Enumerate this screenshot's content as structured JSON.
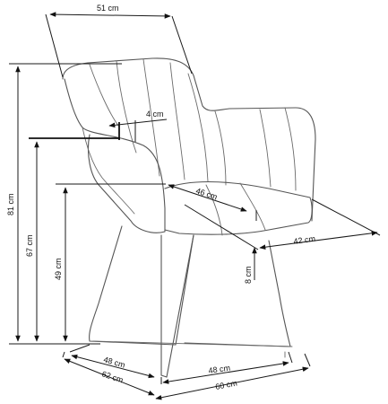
{
  "dimensions": {
    "back_width": "51 cm",
    "armrest_thickness": "4 cm",
    "seat_depth_diag": "46 cm",
    "seat_width_right": "42 cm",
    "seat_thickness": "8 cm",
    "total_height": "81 cm",
    "armrest_height": "67 cm",
    "seat_height": "49 cm",
    "base_depth_left": "48 cm",
    "total_depth_left": "62 cm",
    "base_width_front": "48 cm",
    "total_width_front": "60 cm"
  },
  "colors": {
    "chair_outline": "#555555",
    "dimension_line": "#111111"
  }
}
